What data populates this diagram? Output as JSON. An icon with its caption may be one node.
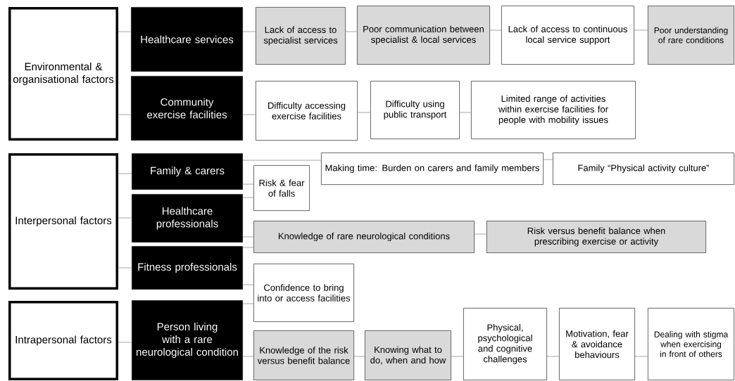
{
  "diagram": {
    "nodes": [
      {
        "text": [
          "Environmental & organisational factors"
        ]
      },
      {
        "text": [
          "Healthcare services"
        ]
      },
      {
        "text": [
          "Community exercise facilities"
        ]
      },
      {
        "text": [
          "Lack of access to specialist services"
        ]
      },
      {
        "text": [
          "Poor communication between specialist & local services"
        ]
      },
      {
        "text": [
          "Lack of access to continuous local service support"
        ]
      },
      {
        "text": [
          "Poor understanding of rare conditions"
        ]
      },
      {
        "text": [
          "Difficulty accessing exercise facilities"
        ]
      },
      {
        "text": [
          "Difficulty using public transport"
        ]
      },
      {
        "text": [
          "Limited range of activities within exercise facilities for people with mobility issues"
        ]
      },
      {
        "text": [
          "Interpersonal factors"
        ]
      },
      {
        "text": [
          "Family & carers"
        ]
      },
      {
        "text": [
          "Healthcare professionals"
        ]
      },
      {
        "text": [
          "Fitness professionals"
        ]
      },
      {
        "text": [
          "Risk & fear of falls"
        ]
      },
      {
        "text": [
          "Making time: Burden on carers and family members"
        ]
      },
      {
        "text": [
          "Family “Physical activity culture”"
        ]
      },
      {
        "text": [
          "Knowledge of rare neurological conditions"
        ]
      },
      {
        "text": [
          "Risk versus benefit balance when prescribing exercise or activity"
        ]
      },
      {
        "text": [
          "Confidence to bring into or access facilities"
        ]
      },
      {
        "text": [
          "Intrapersonal factors"
        ]
      },
      {
        "text": [
          "Person living with a rare neurological condition"
        ]
      },
      {
        "text": [
          "Knowledge of the risk versus benefit balance"
        ]
      },
      {
        "text": [
          "Knowing what to do, when and how"
        ]
      },
      {
        "text": [
          "Physical, psychological and cognitive challenges"
        ]
      },
      {
        "text": [
          "Motivation, fear & avoidance behaviours"
        ]
      },
      {
        "text": [
          "Dealing with stigma when exercising in front of others"
        ]
      }
    ],
    "edges": [
      {
        "from": 0,
        "to": 1,
        "arrow": "none"
      },
      {
        "from": 0,
        "to": 2,
        "arrow": "none"
      },
      {
        "from": 1,
        "to": 3,
        "arrow": "none"
      },
      {
        "from": 3,
        "to": 4,
        "arrow": "none"
      },
      {
        "from": 4,
        "to": 5,
        "arrow": "none"
      },
      {
        "from": 5,
        "to": 6,
        "arrow": "none"
      },
      {
        "from": 2,
        "to": 7,
        "arrow": "none"
      },
      {
        "from": 7,
        "to": 8,
        "arrow": "none"
      },
      {
        "from": 8,
        "to": 9,
        "arrow": "none"
      },
      {
        "from": 10,
        "to": 11,
        "arrow": "none"
      },
      {
        "from": 10,
        "to": 12,
        "arrow": "none"
      },
      {
        "from": 10,
        "to": 13,
        "arrow": "none"
      },
      {
        "from": 11,
        "to": 15,
        "arrow": "none"
      },
      {
        "from": 15,
        "to": 16,
        "arrow": "none"
      },
      {
        "from": 11,
        "to": 14,
        "arrow": "none"
      },
      {
        "from": 12,
        "to": 14,
        "arrow": "none"
      },
      {
        "from": 12,
        "to": 17,
        "arrow": "none"
      },
      {
        "from": 13,
        "to": 17,
        "arrow": "none"
      },
      {
        "from": 17,
        "to": 18,
        "arrow": "none"
      },
      {
        "from": 13,
        "to": 19,
        "arrow": "none"
      },
      {
        "from": 21,
        "to": 19,
        "arrow": "none"
      },
      {
        "from": 20,
        "to": 21,
        "arrow": "none"
      },
      {
        "from": 21,
        "to": 22,
        "arrow": "none"
      },
      {
        "from": 22,
        "to": 23,
        "arrow": "none"
      },
      {
        "from": 23,
        "to": 24,
        "arrow": "none"
      },
      {
        "from": 24,
        "to": 25,
        "arrow": "none"
      },
      {
        "from": 25,
        "to": 26,
        "arrow": "none"
      }
    ]
  }
}
